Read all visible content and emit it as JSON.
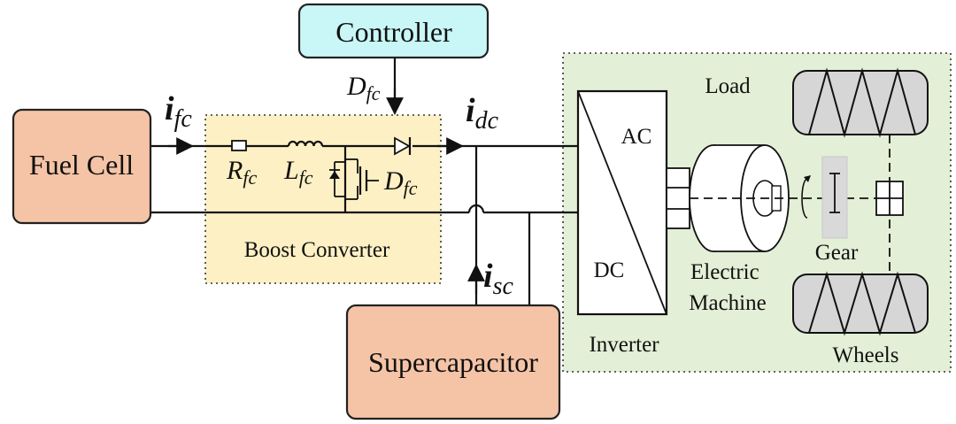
{
  "colors": {
    "fuel_cell_fill": "#f5c4a6",
    "supercap_fill": "#f5c4a6",
    "controller_fill": "#c9f6f6",
    "boost_region_fill": "#fdf0c4",
    "load_region_fill": "#e3efd6",
    "wheel_fill": "#d6d6d6",
    "gear_fill": "#d9d9d9"
  },
  "blocks": {
    "fuel_cell": "Fuel Cell",
    "supercapacitor": "Supercapacitor",
    "controller": "Controller"
  },
  "regions": {
    "boost_converter": "Boost Converter",
    "load": "Load"
  },
  "labels": {
    "ifc_main": "i",
    "ifc_sub": "fc",
    "idc_main": "i",
    "idc_sub": "dc",
    "isc_main": "i",
    "isc_sub": "sc",
    "dfc_ctrl_main": "D",
    "dfc_ctrl_sub": "fc",
    "rfc_main": "R",
    "rfc_sub": "fc",
    "lfc_main": "L",
    "lfc_sub": "fc",
    "dfc_sw_main": "D",
    "dfc_sw_sub": "fc",
    "ac": "AC",
    "dc": "DC",
    "inverter": "Inverter",
    "electric_machine_line1": "Electric",
    "electric_machine_line2": "Machine",
    "gear": "Gear",
    "wheels": "Wheels"
  }
}
